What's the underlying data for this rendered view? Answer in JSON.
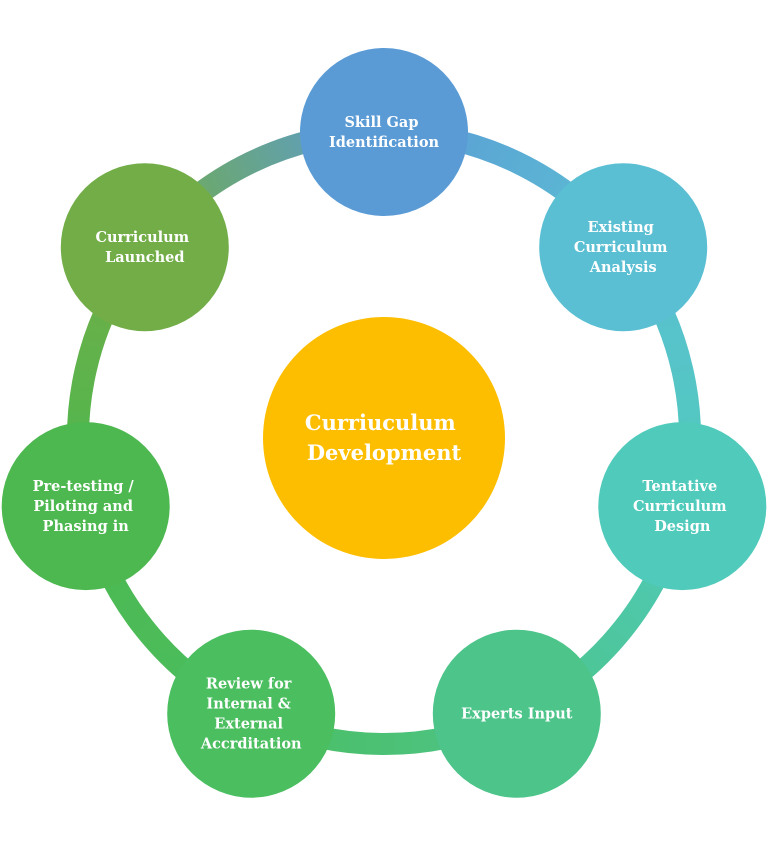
{
  "center": {
    "lines": [
      "Curriuculum",
      "Development"
    ],
    "color": "#FDBE00"
  },
  "steps": [
    {
      "id": "skill-gap",
      "lines": [
        "Skill Gap",
        "Identification"
      ],
      "color": "#5B9BD5"
    },
    {
      "id": "existing-analysis",
      "lines": [
        "Existing",
        "Curriculum",
        "Analysis"
      ],
      "color": "#5BBFD3"
    },
    {
      "id": "tentative-design",
      "lines": [
        "Tentative",
        "Curriculum",
        "Design"
      ],
      "color": "#50CABB"
    },
    {
      "id": "experts-input",
      "lines": [
        "Experts Input"
      ],
      "color": "#4CC48A"
    },
    {
      "id": "review-accreditation",
      "lines": [
        "Review for",
        "Internal &",
        "External",
        "Accrditation"
      ],
      "color": "#4BBE60"
    },
    {
      "id": "pretesting-piloting",
      "lines": [
        "Pre-testing /",
        "Piloting and",
        "Phasing in"
      ],
      "color": "#4CB84F"
    },
    {
      "id": "curriculum-launched",
      "lines": [
        "Curriculum",
        "Launched"
      ],
      "color": "#72AD48"
    }
  ],
  "ring_colors": [
    "#5B9BD5",
    "#5BBFD3",
    "#50CABB",
    "#4CC48A",
    "#4BBE60",
    "#4CB84F",
    "#72AD48"
  ]
}
